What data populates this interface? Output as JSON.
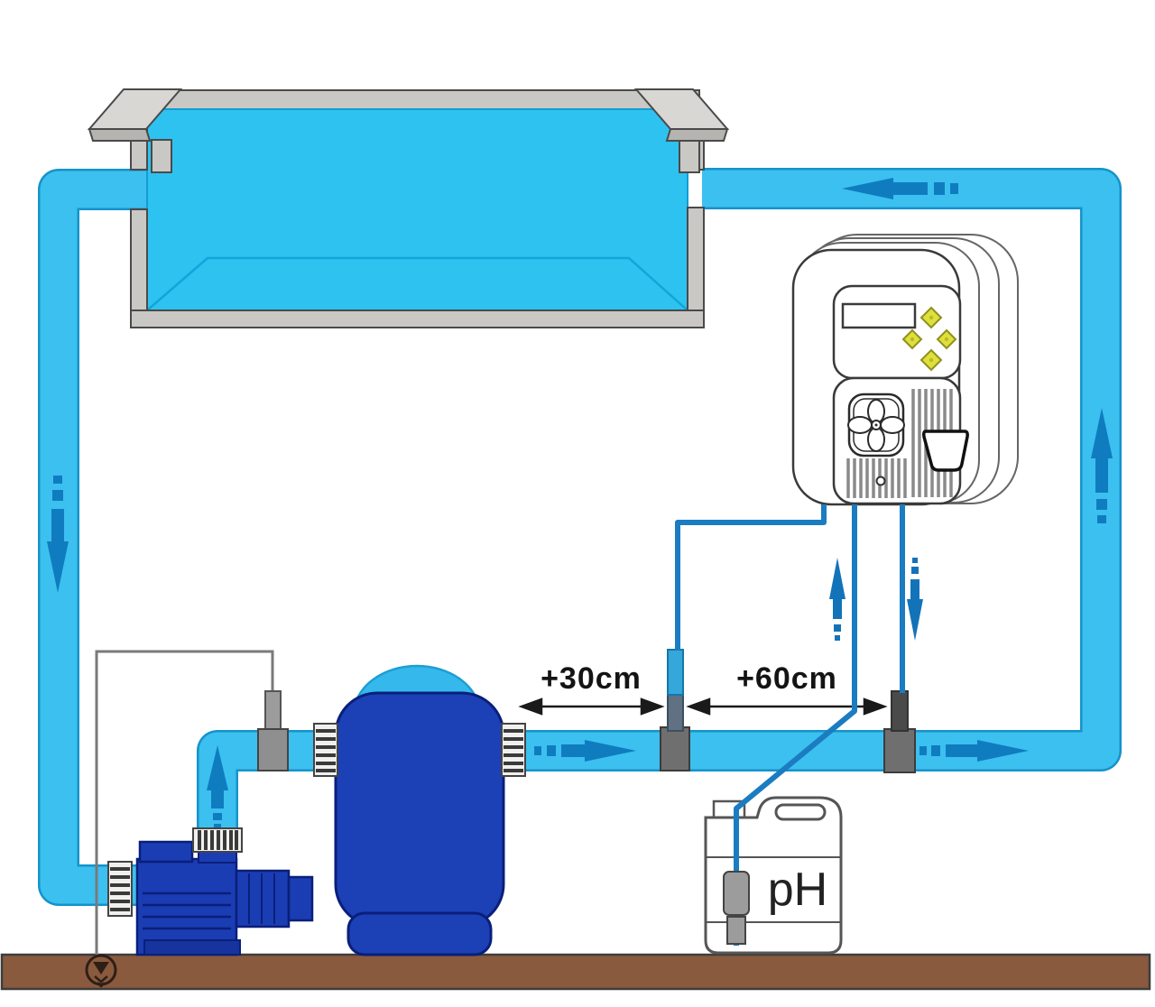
{
  "diagram": {
    "title": "pool-ph-dosing-system-installation",
    "annotations": {
      "distance_filter_to_probe": "+30cm",
      "distance_probe_to_injector": "+60cm"
    },
    "chemical_container_label": "pH",
    "flow_arrows": [
      "down-left-pipe",
      "up-pump-outlet",
      "right-after-filter",
      "right-before-riser",
      "up-right-riser",
      "left-top-return",
      "up-suction-tube",
      "down-injection-tube"
    ],
    "components": [
      "pool",
      "circulation-pump",
      "sand-filter",
      "ph-probe",
      "injection-valve",
      "ph-controller",
      "ph-canister",
      "earth-ground"
    ]
  },
  "colors": {
    "pipe_fill": "#3cc0ef",
    "pipe_edge": "#1593cb",
    "water": "#2ec2f1",
    "flow_arrow": "#0f7cc0",
    "equipment_blue": "#1c40b6",
    "equipment_outline": "#0a1f7a",
    "tube_blue": "#1b7cc2",
    "fitting_gray": "#6f6f6f",
    "wall_gray": "#c9c8c4",
    "floor_brown": "#8a5a3e",
    "button_yellow": "#dfdf3d"
  }
}
